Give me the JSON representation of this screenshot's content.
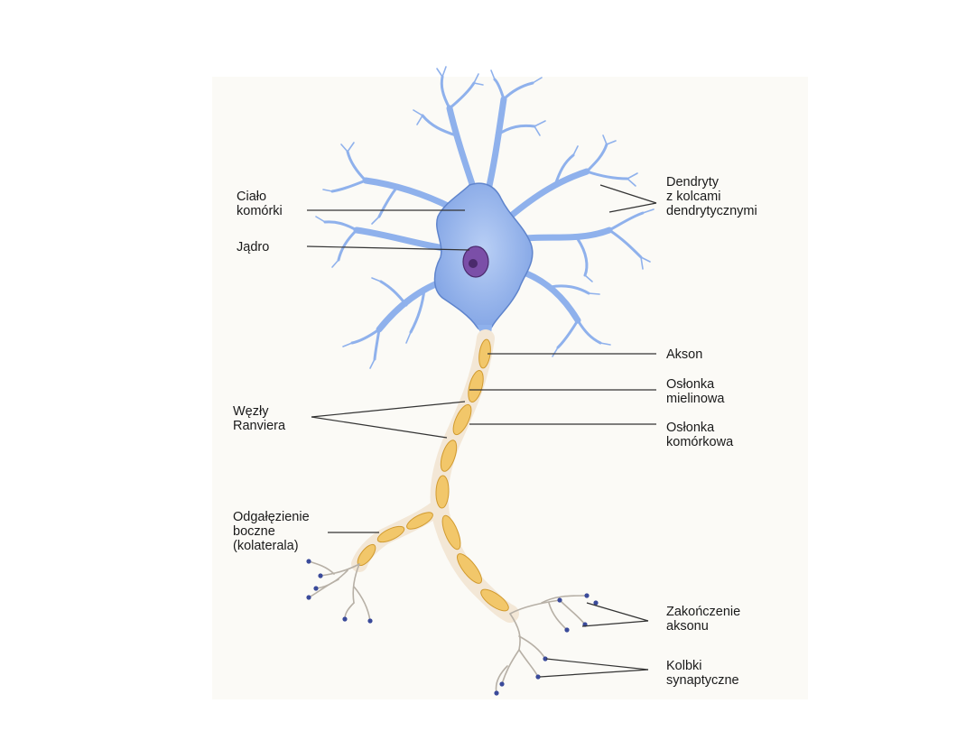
{
  "labels": {
    "cell_body": [
      "Ciało",
      "komórki"
    ],
    "nucleus": [
      "Jądro"
    ],
    "dendrites": [
      "Dendryty",
      "z kolcami",
      "dendrytycznymi"
    ],
    "axon": [
      "Akson"
    ],
    "myelin_sheath": [
      "Osłonka",
      "mielinowa"
    ],
    "cell_sheath": [
      "Osłonka",
      "komórkowa"
    ],
    "nodes_of_ranvier": [
      "Węzły",
      "Ranviera"
    ],
    "collateral": [
      "Odgałęzienie",
      "boczne",
      "(kolaterala)"
    ],
    "axon_terminal": [
      "Zakończenie",
      "aksonu"
    ],
    "synaptic_bulbs": [
      "Kolbki",
      "synaptyczne"
    ]
  },
  "colors": {
    "background": "#ffffff",
    "panel": "#fbfaf6",
    "neuron_fill": "#8fb1ec",
    "neuron_stroke": "#5f84cc",
    "nucleus_fill": "#7b4fa8",
    "nucleolus": "#4a2a6c",
    "myelin_fill": "#f2c76a",
    "myelin_stroke": "#d19a2e",
    "cell_sheath": "#f3e7d6",
    "terminal_bulb": "#3a4a9a",
    "leader_line": "#333333"
  }
}
